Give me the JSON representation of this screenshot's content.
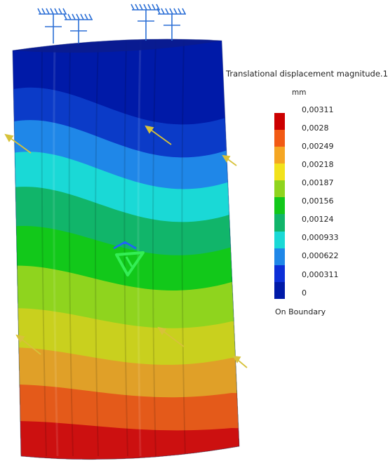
{
  "legend": {
    "title": "Translational displacement magnitude.1",
    "unit": "mm",
    "footer": "On Boundary",
    "entries": [
      {
        "label": "0,00311",
        "color": "#cc0000"
      },
      {
        "label": "0,0028",
        "color": "#f25a14"
      },
      {
        "label": "0,00249",
        "color": "#f5a623"
      },
      {
        "label": "0,00218",
        "color": "#f2e21c"
      },
      {
        "label": "0,00187",
        "color": "#8fd41e"
      },
      {
        "label": "0,00156",
        "color": "#12c81a"
      },
      {
        "label": "0,00124",
        "color": "#11b56a"
      },
      {
        "label": "0,000933",
        "color": "#1ad9d6"
      },
      {
        "label": "0,000622",
        "color": "#1f87e8"
      },
      {
        "label": "0,000311",
        "color": "#0c2fd8"
      },
      {
        "label": "0",
        "color": "#001aa8"
      }
    ]
  },
  "icons": {
    "restraint": "fixed-support-icon",
    "load": "applied-force-arrow-icon",
    "axis": "axis-triad-icon"
  }
}
